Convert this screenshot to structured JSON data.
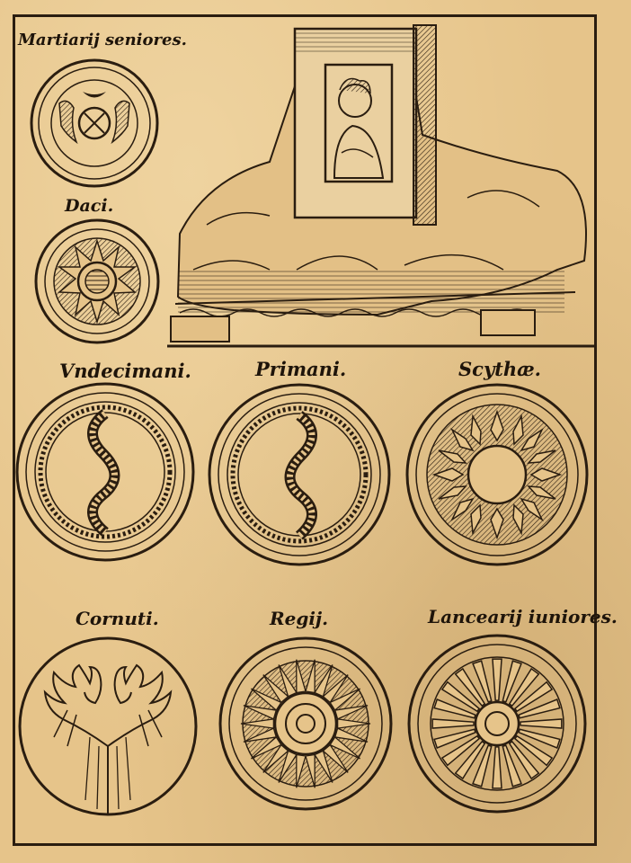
{
  "labels": {
    "martiarii": "Martiarij seniores.",
    "daci": "Daci.",
    "undecimani": "Vndecimani.",
    "primani": "Primani.",
    "scythae": "Scythæ.",
    "cornuti": "Cornuti.",
    "regii": "Regij.",
    "lancearii": "Lancearij iuniores."
  },
  "colors": {
    "paper": "#e6c48a",
    "ink": "#2a1d10"
  },
  "icons": {
    "shields": [
      "moon-beasts-shield",
      "sun-shield",
      "serpent-rope-shield",
      "serpent-rope-shield",
      "lozenge-star-shield",
      "twin-eagle-shield",
      "sunburst-shield",
      "spoked-wheel-shield"
    ],
    "vignette": "portrait-easel-on-draped-table"
  }
}
